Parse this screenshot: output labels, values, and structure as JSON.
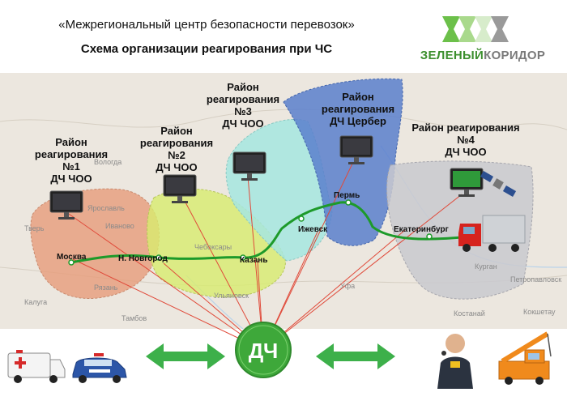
{
  "header": {
    "org_title": "«Межрегиональный центр безопасности перевозок»",
    "scheme_title": "Схема организации реагирования при ЧС"
  },
  "logo": {
    "word1": "ЗЕЛЕНЫЙ",
    "word2": "КОРИДОР"
  },
  "regions": [
    {
      "line1": "Район",
      "line2": "реагирования",
      "line3": "№1",
      "line4": "ДЧ ЧОО",
      "color": "#e79c7a"
    },
    {
      "line1": "Район",
      "line2": "реагирования",
      "line3": "№2",
      "line4": "ДЧ ЧОО",
      "color": "#d8ec6e"
    },
    {
      "line1": "Район",
      "line2": "реагирования",
      "line3": "№3",
      "line4": "ДЧ ЧОО",
      "color": "#a6e6e0"
    },
    {
      "line1": "Район",
      "line2": "реагирования",
      "line3": "ДЧ Цербер",
      "color": "#5a7fcc"
    },
    {
      "line1": "Район реагирования",
      "line2": "№4",
      "line3": "ДЧ ЧОО",
      "color": "#c9c9cf"
    }
  ],
  "cities_main": {
    "moscow": "Москва",
    "nnovgorod": "Н. Новгород",
    "kazan": "Казань",
    "izhevsk": "Ижевск",
    "perm": "Пермь",
    "ekb": "Екатеринбург"
  },
  "cities_map": {
    "tver": "Тверь",
    "yaroslavl": "Ярославль",
    "ivanovo": "Иваново",
    "vologda": "Вологда",
    "ryazan": "Рязань",
    "kaluga": "Калуга",
    "cheboksary": "Чебоксары",
    "ulyanovsk": "Ульяновск",
    "ufa": "Уфа",
    "kurgan": "Курган",
    "petropavlovsk": "Петропавловск",
    "kostanay": "Костанай",
    "kokshetau": "Кокшетау",
    "tambov": "Тамбов"
  },
  "hub": {
    "label": "ДЧ"
  },
  "colors": {
    "hub": "#3ea83a",
    "route": "#1d9a2a",
    "lines": "#e04a3a",
    "arrows": "#3db04a"
  }
}
